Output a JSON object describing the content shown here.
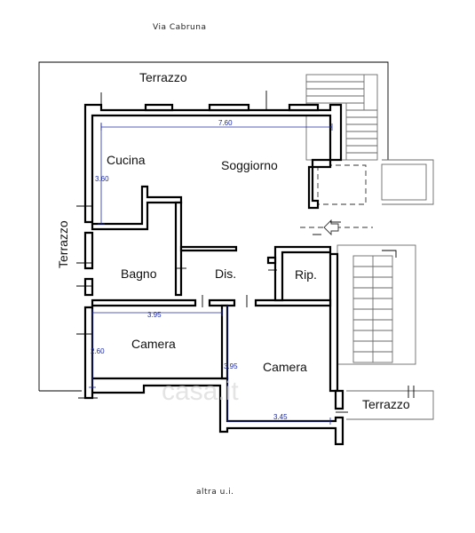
{
  "labels": {
    "street": "Via Cabruna",
    "terrace_top": "Terrazzo",
    "terrace_left": "Terrazzo",
    "terrace_right": "Terrazzo",
    "kitchen": "Cucina",
    "living": "Soggiorno",
    "bath": "Bagno",
    "hall": "Dis.",
    "storage": "Rip.",
    "bedroom_left": "Camera",
    "bedroom_right": "Camera",
    "bottom_note": "altra u.i.",
    "watermark": "casa.it"
  },
  "dimensions": {
    "living_width": "7.60",
    "kitchen_height": "3.60",
    "bedroom_left_width": "3.95",
    "bedroom_left_height": "2.60",
    "bedroom_right_height": "3.95",
    "bedroom_right_width": "3.45"
  }
}
